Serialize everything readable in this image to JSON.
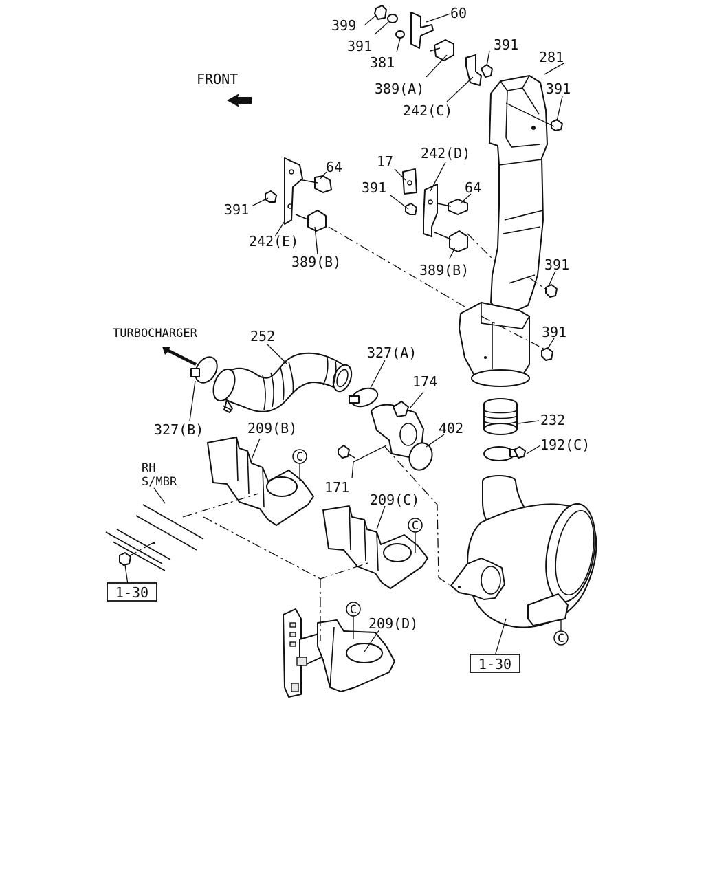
{
  "labels": {
    "front": "FRONT",
    "turbocharger": "TURBOCHARGER",
    "rh": "RH",
    "smbr": "S/MBR",
    "ref_1": "1-30",
    "ref_2": "1-30",
    "c_marker": "C"
  },
  "parts": {
    "p399": "399",
    "p391_a": "391",
    "p381": "381",
    "p60": "60",
    "p389a": "389(A)",
    "p391_b": "391",
    "p281": "281",
    "p391_c": "391",
    "p242c": "242(C)",
    "p17": "17",
    "p242d": "242(D)",
    "p64_a": "64",
    "p391_d": "391",
    "p64_b": "64",
    "p391_e": "391",
    "p242e": "242(E)",
    "p389b_a": "389(B)",
    "p389b_b": "389(B)",
    "p391_f": "391",
    "p391_g": "391",
    "p252": "252",
    "p327a": "327(A)",
    "p174": "174",
    "p232": "232",
    "p327b": "327(B)",
    "p209b": "209(B)",
    "p402": "402",
    "p192c": "192(C)",
    "p171": "171",
    "p209c": "209(C)",
    "p209d": "209(D)"
  }
}
